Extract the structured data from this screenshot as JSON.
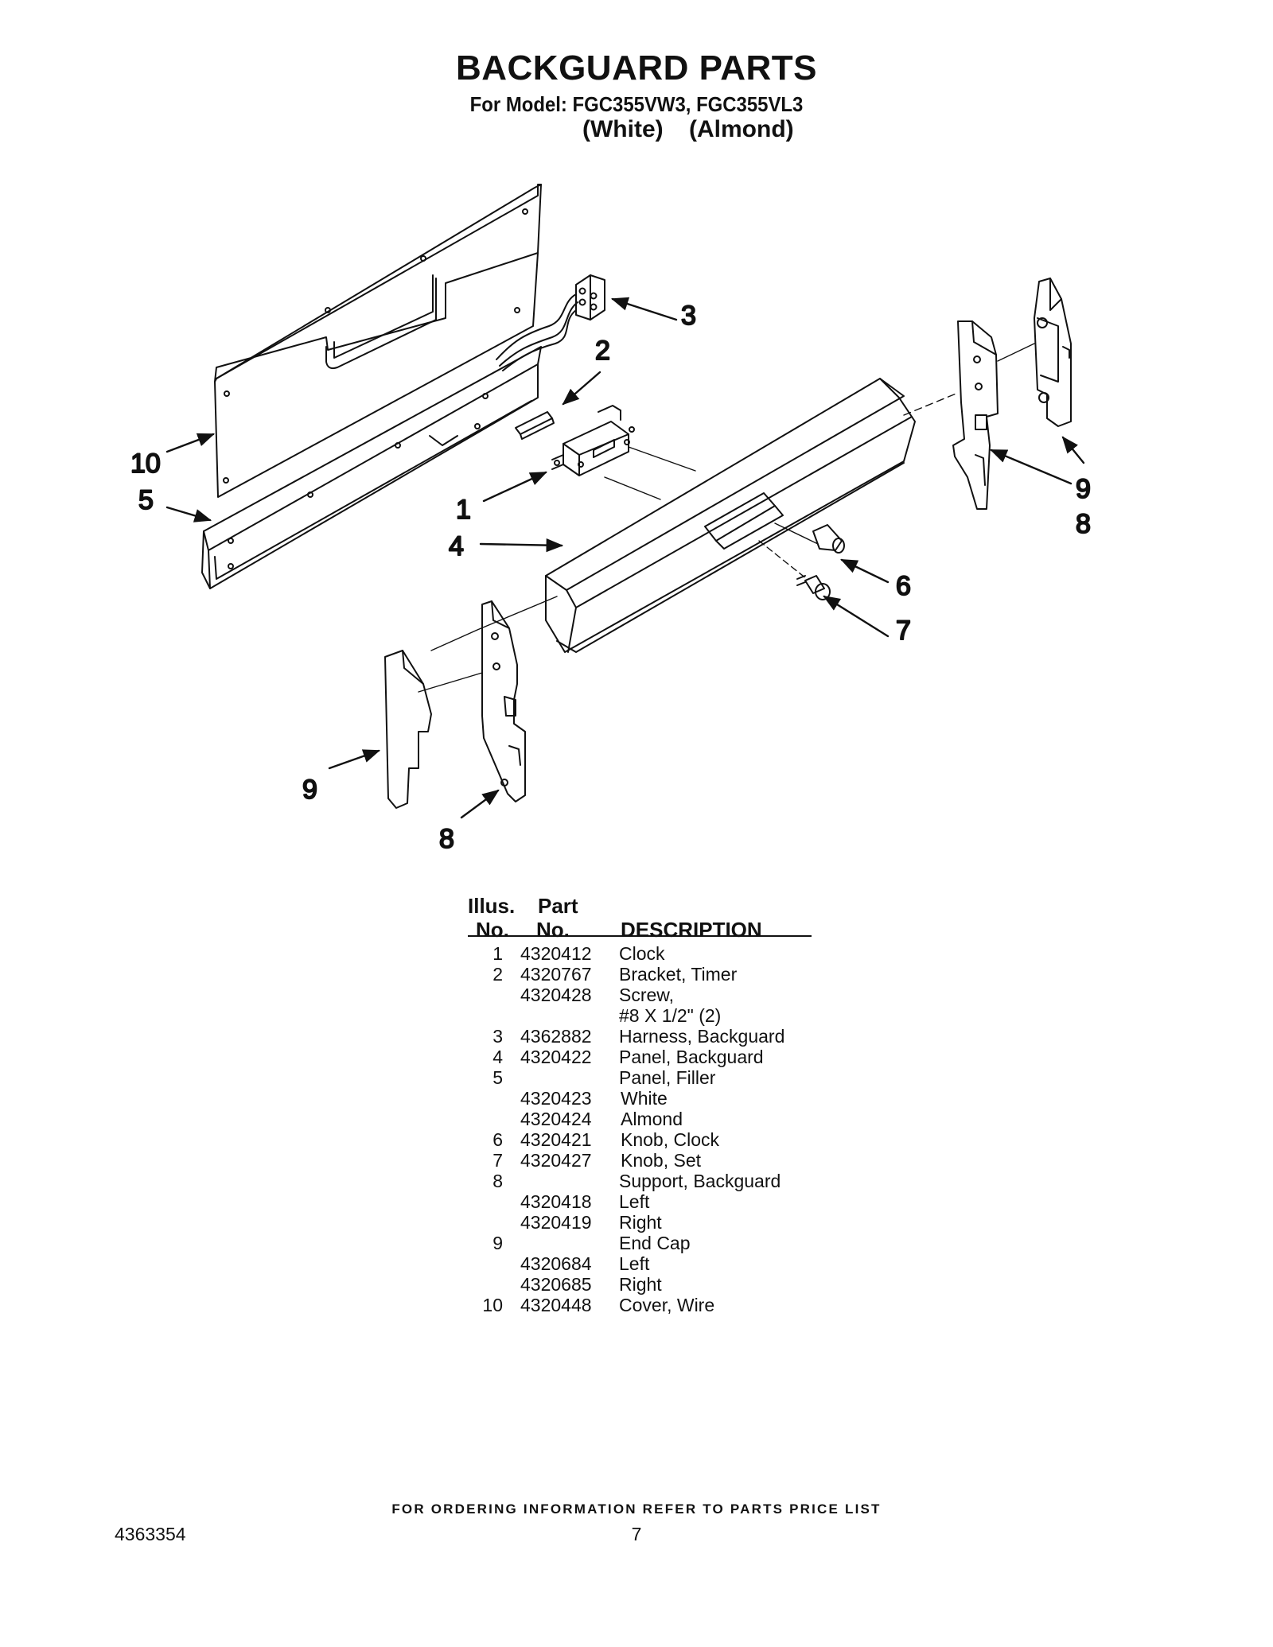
{
  "header": {
    "title": "BACKGUARD PARTS",
    "model_line": "For Model: FGC355VW3, FGC355VL3",
    "color_white": "(White)",
    "color_almond": "(Almond)"
  },
  "diagram": {
    "callouts": {
      "c1": "1",
      "c2": "2",
      "c3": "3",
      "c4": "4",
      "c5": "5",
      "c6": "6",
      "c7": "7",
      "c8a": "8",
      "c8b": "8",
      "c9a": "9",
      "c9b": "9",
      "c10": "10"
    }
  },
  "table": {
    "headers": {
      "illus_top": "Illus.",
      "illus_bottom": "No.",
      "part_top": "Part",
      "part_bottom": "No.",
      "description": "DESCRIPTION"
    },
    "rows": [
      {
        "illus": "1",
        "part": "4320412",
        "desc": "Clock"
      },
      {
        "illus": "2",
        "part": "4320767",
        "desc": "Bracket, Timer"
      },
      {
        "illus": "",
        "part": "4320428",
        "desc": "Screw,"
      },
      {
        "illus": "",
        "part": "",
        "desc": "#8 X 1/2\" (2)"
      },
      {
        "illus": "3",
        "part": "4362882",
        "desc": "Harness, Backguard"
      },
      {
        "illus": "4",
        "part": "4320422",
        "desc": "Panel, Backguard"
      },
      {
        "illus": "5",
        "part": "",
        "desc": "Panel, Filler"
      },
      {
        "illus": "",
        "part": "4320423",
        "desc": "White"
      },
      {
        "illus": "",
        "part": "4320424",
        "desc": "Almond"
      },
      {
        "illus": "6",
        "part": "4320421",
        "desc": "Knob, Clock"
      },
      {
        "illus": "7",
        "part": "4320427",
        "desc": "Knob, Set"
      },
      {
        "illus": "8",
        "part": "",
        "desc": "Support, Backguard"
      },
      {
        "illus": "",
        "part": "4320418",
        "desc": "Left"
      },
      {
        "illus": "",
        "part": "4320419",
        "desc": "Right"
      },
      {
        "illus": "9",
        "part": "",
        "desc": "End Cap"
      },
      {
        "illus": "",
        "part": "4320684",
        "desc": "Left"
      },
      {
        "illus": "",
        "part": "4320685",
        "desc": "Right"
      },
      {
        "illus": "10",
        "part": "4320448",
        "desc": "Cover, Wire"
      }
    ]
  },
  "footer": {
    "ordering_note": "FOR ORDERING INFORMATION REFER TO PARTS PRICE LIST",
    "document_number": "4363354",
    "page_number": "7"
  }
}
